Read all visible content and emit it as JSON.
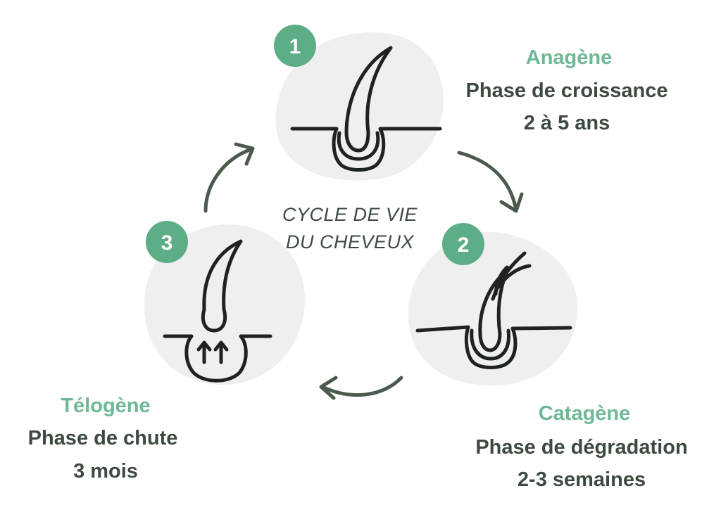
{
  "center_title": {
    "line1": "CYCLE DE VIE",
    "line2": "DU CHEVEUX"
  },
  "phases": [
    {
      "number": "1",
      "name": "Anagène",
      "description": "Phase de croissance",
      "duration": "2 à 5 ans"
    },
    {
      "number": "2",
      "name": "Catagène",
      "description": "Phase de dégradation",
      "duration": "2-3 semaines"
    },
    {
      "number": "3",
      "name": "Télogène",
      "description": "Phase de chute",
      "duration": "3 mois"
    }
  ],
  "colors": {
    "accent": "#6fb896",
    "badge": "#5dae87",
    "ink": "#2a2f2b",
    "text": "#3e4a40",
    "blob": "#efefef",
    "arrow": "#4a5a4c"
  },
  "icons": [
    "hair-growth-icon",
    "hair-degradation-icon",
    "hair-shedding-icon",
    "cycle-arrow-icon"
  ]
}
